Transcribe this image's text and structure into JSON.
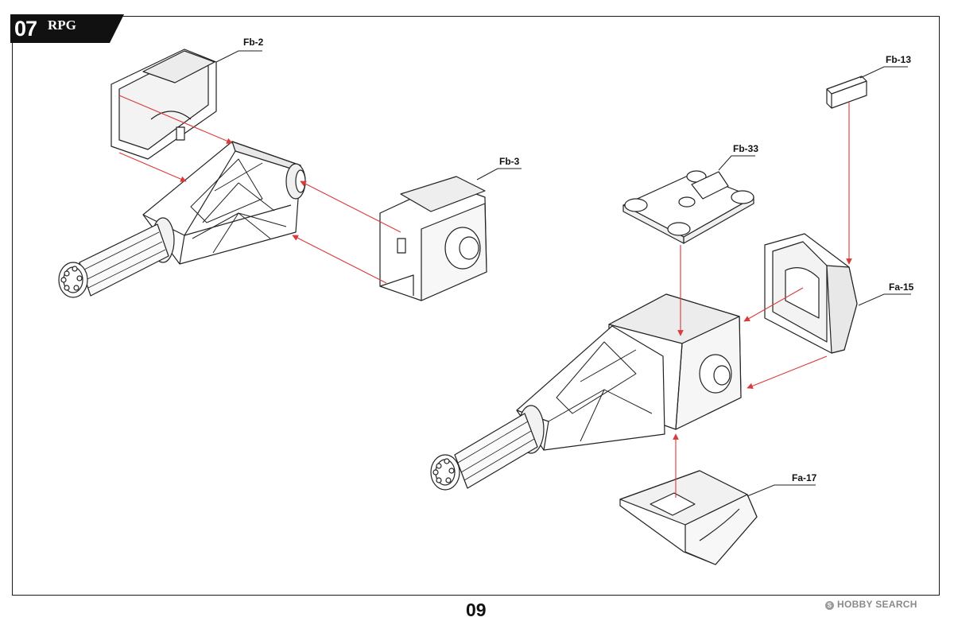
{
  "header": {
    "step_number": "07",
    "brand": "RPG"
  },
  "parts": {
    "fb2": "Fb-2",
    "fb3": "Fb-3",
    "fb13": "Fb-13",
    "fb33": "Fb-33",
    "fa15": "Fa-15",
    "fa17": "Fa-17"
  },
  "page_number": "09",
  "watermark": {
    "text": "HOBBY SEARCH",
    "logo": "S"
  },
  "colors": {
    "arrow": "#d93a3a",
    "line": "#222222",
    "badge": "#111111"
  },
  "icons": {
    "watermark_logo": "hobby-search-logo-icon"
  }
}
